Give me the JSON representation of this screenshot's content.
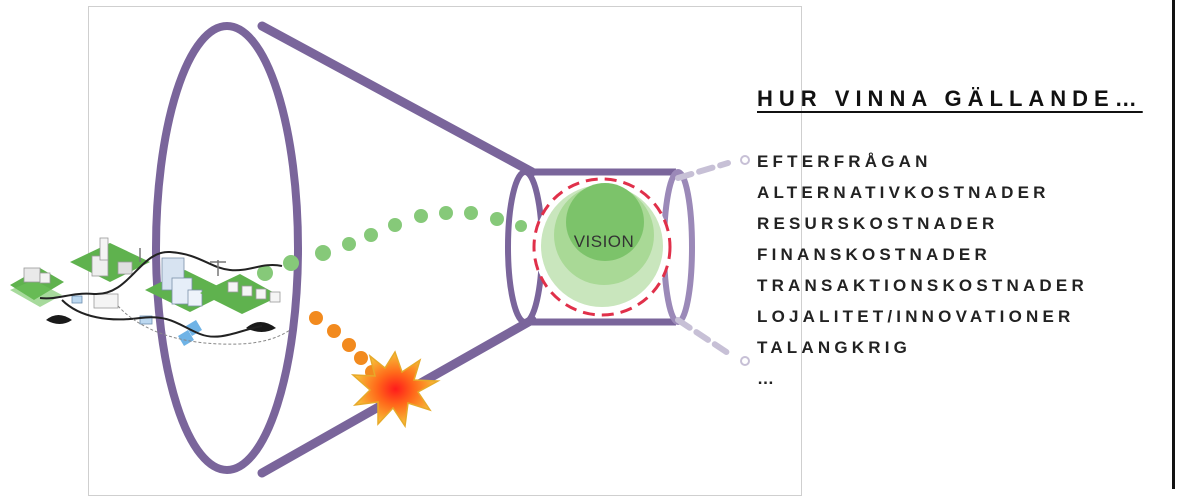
{
  "diagram": {
    "center_label": "VISION",
    "heading": "HUR VINNA GÄLLANDE…",
    "factors": [
      "EFTERFRÅGAN",
      "ALTERNATIVKOSTNADER",
      "RESURSKOSTNADER",
      "FINANSKOSTNADER",
      "TRANSAKTIONSKOSTNADER",
      "LOJALITET/INNOVATIONER",
      "TALANGKRIG",
      "…"
    ]
  },
  "colors": {
    "funnel": "#7a659b",
    "funnel_inner": "#9b89b8",
    "green_dots": "#86c979",
    "orange_dots": "#f28a1e",
    "vision_outer": "#c9e6bd",
    "vision_inner": "#7cc36a",
    "dashed_ring": "#e0304a",
    "connector": "#c7c0d6"
  },
  "icons": {
    "city": "city-network-icon",
    "burst": "explosion-icon"
  }
}
